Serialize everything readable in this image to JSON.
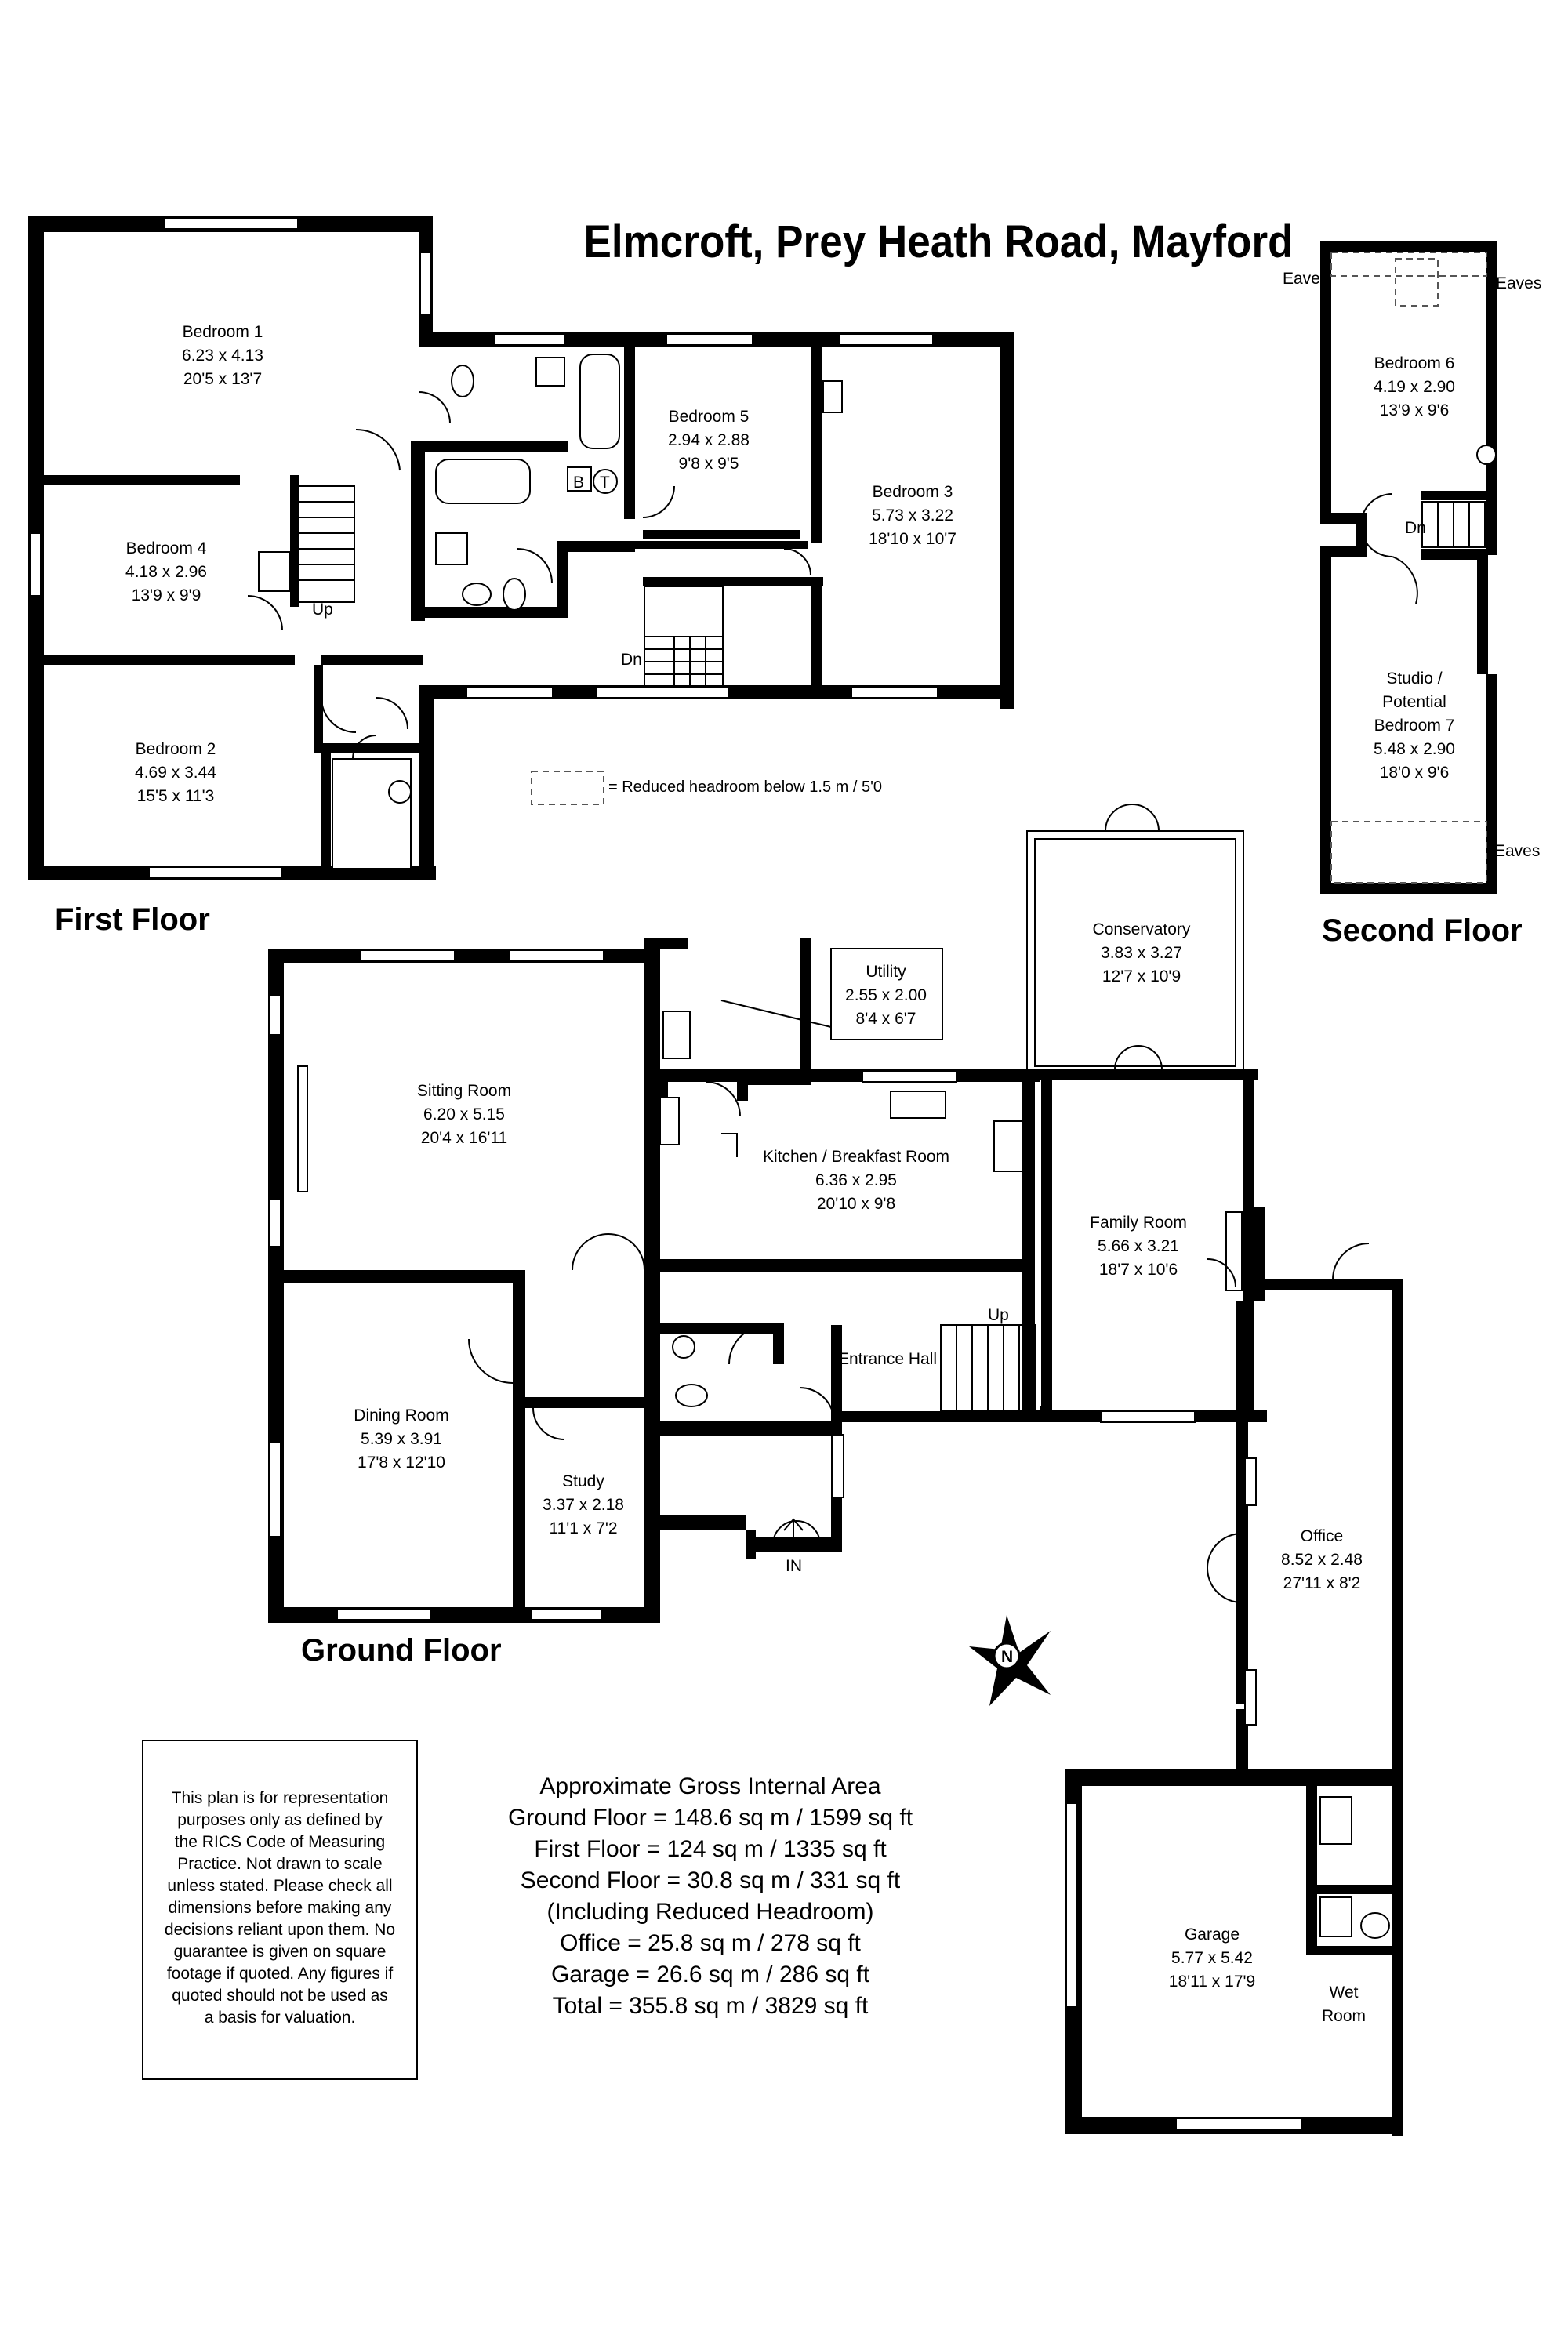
{
  "title": "Elmcroft, Prey Heath Road, Mayford",
  "floors": {
    "first": "First Floor",
    "ground": "Ground Floor",
    "second": "Second Floor"
  },
  "rooms": {
    "bedroom1": {
      "name": "Bedroom 1",
      "metric": "6.23 x 4.13",
      "imperial": "20'5 x 13'7"
    },
    "bedroom2": {
      "name": "Bedroom 2",
      "metric": "4.69 x 3.44",
      "imperial": "15'5 x 11'3"
    },
    "bedroom3": {
      "name": "Bedroom 3",
      "metric": "5.73 x 3.22",
      "imperial": "18'10 x 10'7"
    },
    "bedroom4": {
      "name": "Bedroom 4",
      "metric": "4.18 x 2.96",
      "imperial": "13'9 x 9'9"
    },
    "bedroom5": {
      "name": "Bedroom 5",
      "metric": "2.94 x 2.88",
      "imperial": "9'8 x 9'5"
    },
    "bedroom6": {
      "name": "Bedroom 6",
      "metric": "4.19 x 2.90",
      "imperial": "13'9 x 9'6"
    },
    "studio": {
      "line1": "Studio /",
      "line2": "Potential",
      "line3": "Bedroom 7",
      "metric": "5.48 x 2.90",
      "imperial": "18'0 x 9'6"
    },
    "utility": {
      "name": "Utility",
      "metric": "2.55 x 2.00",
      "imperial": "8'4 x 6'7"
    },
    "conservatory": {
      "name": "Conservatory",
      "metric": "3.83 x 3.27",
      "imperial": "12'7 x 10'9"
    },
    "sitting": {
      "name": "Sitting Room",
      "metric": "6.20 x 5.15",
      "imperial": "20'4 x 16'11"
    },
    "kitchen": {
      "name": "Kitchen / Breakfast Room",
      "metric": "6.36 x 2.95",
      "imperial": "20'10 x 9'8"
    },
    "family": {
      "name": "Family Room",
      "metric": "5.66 x 3.21",
      "imperial": "18'7 x 10'6"
    },
    "dining": {
      "name": "Dining Room",
      "metric": "5.39 x 3.91",
      "imperial": "17'8 x 12'10"
    },
    "study": {
      "name": "Study",
      "metric": "3.37 x 2.18",
      "imperial": "11'1 x 7'2"
    },
    "hall": {
      "name": "Entrance Hall"
    },
    "office": {
      "name": "Office",
      "metric": "8.52 x 2.48",
      "imperial": "27'11 x 8'2"
    },
    "garage": {
      "name": "Garage",
      "metric": "5.77 x 5.42",
      "imperial": "18'11 x 17'9"
    },
    "wetroom": {
      "line1": "Wet",
      "line2": "Room"
    }
  },
  "labels": {
    "up": "Up",
    "dn": "Dn",
    "in": "IN",
    "b": "B",
    "t": "T",
    "eaves": "Eaves",
    "north": "N",
    "legend": "=  Reduced headroom below 1.5 m / 5'0"
  },
  "areas": {
    "heading": "Approximate Gross Internal Area",
    "ground": "Ground Floor = 148.6 sq m / 1599 sq ft",
    "first": "First Floor = 124 sq m / 1335 sq ft",
    "second": "Second Floor = 30.8 sq m / 331 sq ft",
    "note": "(Including Reduced Headroom)",
    "office": "Office = 25.8 sq m / 278 sq ft",
    "garage": "Garage = 26.6 sq m / 286 sq ft",
    "total": "Total = 355.8 sq m / 3829 sq ft"
  },
  "disclaimer": [
    "This plan is for representation",
    "purposes only as defined by",
    "the RICS Code of Measuring",
    "Practice. Not drawn to scale",
    "unless stated. Please check all",
    "dimensions before making any",
    "decisions reliant upon them. No",
    "guarantee is given on square",
    "footage if quoted. Any figures if",
    "quoted should not be used as",
    "a basis for valuation."
  ]
}
